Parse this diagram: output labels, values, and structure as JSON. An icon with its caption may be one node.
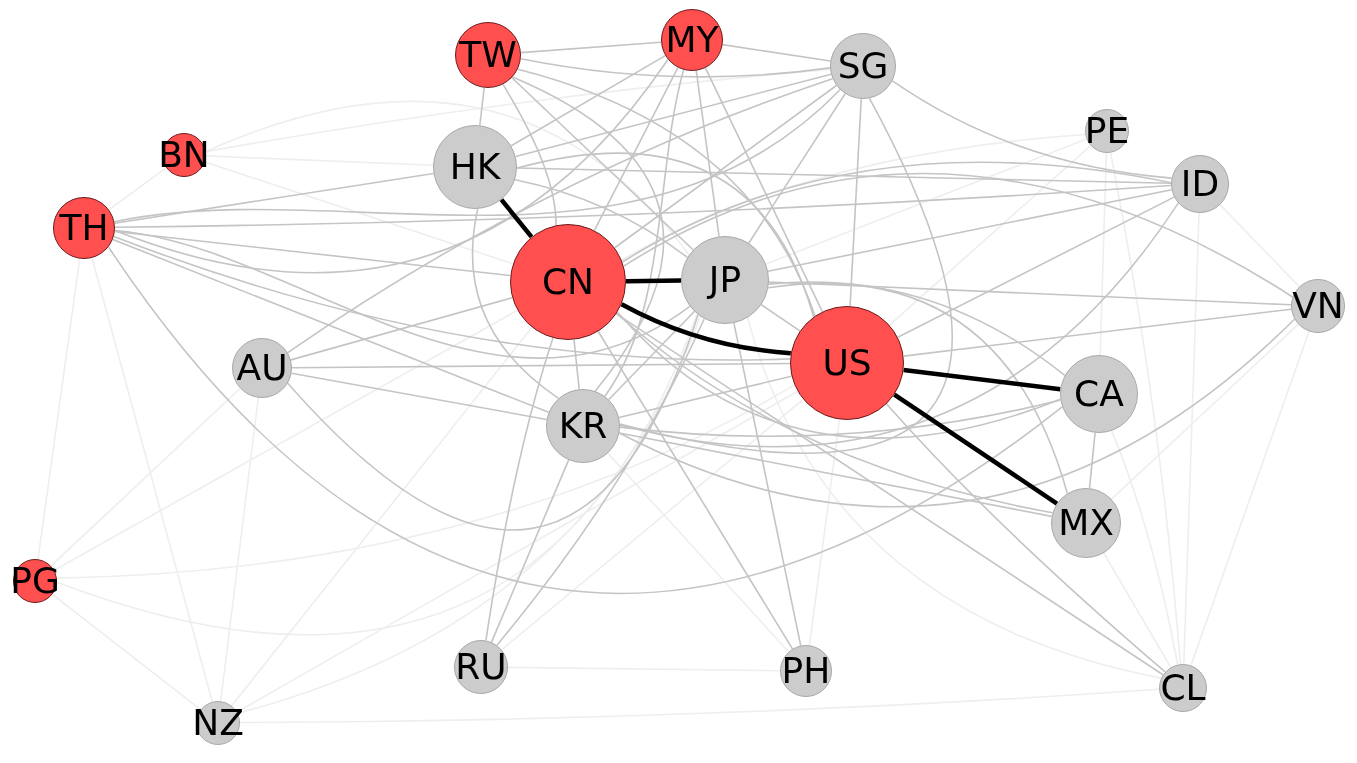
{
  "diagram": {
    "nodes": [
      {
        "text": [
          "TW"
        ]
      },
      {
        "text": [
          "MY"
        ]
      },
      {
        "text": [
          "SG"
        ]
      },
      {
        "text": [
          "PE"
        ]
      },
      {
        "text": [
          "BN"
        ]
      },
      {
        "text": [
          "HK"
        ]
      },
      {
        "text": [
          "ID"
        ]
      },
      {
        "text": [
          "TH"
        ]
      },
      {
        "text": [
          "CN"
        ]
      },
      {
        "text": [
          "JP"
        ]
      },
      {
        "text": [
          "VN"
        ]
      },
      {
        "text": [
          "AU"
        ]
      },
      {
        "text": [
          "US"
        ]
      },
      {
        "text": [
          "CA"
        ]
      },
      {
        "text": [
          "KR"
        ]
      },
      {
        "text": [
          "MX"
        ]
      },
      {
        "text": [
          "PG"
        ]
      },
      {
        "text": [
          "RU"
        ]
      },
      {
        "text": [
          "PH"
        ]
      },
      {
        "text": [
          "CL"
        ]
      },
      {
        "text": [
          "NZ"
        ]
      }
    ],
    "edges": [
      {
        "from": 5,
        "to": 8,
        "arrow": "none",
        "style": "thick",
        "color": "#000000"
      },
      {
        "from": 8,
        "to": 9,
        "arrow": "none",
        "style": "thick",
        "color": "#000000"
      },
      {
        "from": 8,
        "to": 12,
        "arrow": "none",
        "style": "thick",
        "color": "#000000"
      },
      {
        "from": 12,
        "to": 13,
        "arrow": "none",
        "style": "thick",
        "color": "#000000"
      },
      {
        "from": 12,
        "to": 15,
        "arrow": "none",
        "style": "thick",
        "color": "#000000"
      },
      {
        "from": 7,
        "to": 1,
        "arrow": "none"
      },
      {
        "from": 7,
        "to": 2,
        "arrow": "none"
      },
      {
        "from": 7,
        "to": 5,
        "arrow": "none"
      },
      {
        "from": 7,
        "to": 6,
        "arrow": "none"
      },
      {
        "from": 7,
        "to": 9,
        "arrow": "none"
      },
      {
        "from": 7,
        "to": 8,
        "arrow": "none"
      },
      {
        "from": 7,
        "to": 12,
        "arrow": "none"
      },
      {
        "from": 7,
        "to": 14,
        "arrow": "none"
      },
      {
        "from": 7,
        "to": 13,
        "arrow": "none"
      },
      {
        "from": 0,
        "to": 1,
        "arrow": "none"
      },
      {
        "from": 0,
        "to": 2,
        "arrow": "none"
      },
      {
        "from": 0,
        "to": 5,
        "arrow": "none"
      },
      {
        "from": 0,
        "to": 8,
        "arrow": "none"
      },
      {
        "from": 0,
        "to": 9,
        "arrow": "none"
      },
      {
        "from": 0,
        "to": 12,
        "arrow": "none"
      },
      {
        "from": 0,
        "to": 14,
        "arrow": "none"
      },
      {
        "from": 1,
        "to": 2,
        "arrow": "none"
      },
      {
        "from": 1,
        "to": 8,
        "arrow": "none"
      },
      {
        "from": 1,
        "to": 9,
        "arrow": "none"
      },
      {
        "from": 1,
        "to": 12,
        "arrow": "none"
      },
      {
        "from": 1,
        "to": 5,
        "arrow": "none"
      },
      {
        "from": 1,
        "to": 14,
        "arrow": "none"
      },
      {
        "from": 2,
        "to": 5,
        "arrow": "none"
      },
      {
        "from": 2,
        "to": 8,
        "arrow": "none"
      },
      {
        "from": 2,
        "to": 9,
        "arrow": "none"
      },
      {
        "from": 2,
        "to": 12,
        "arrow": "none"
      },
      {
        "from": 2,
        "to": 14,
        "arrow": "none"
      },
      {
        "from": 2,
        "to": 6,
        "arrow": "none"
      },
      {
        "from": 2,
        "to": 11,
        "arrow": "none"
      },
      {
        "from": 6,
        "to": 8,
        "arrow": "none"
      },
      {
        "from": 6,
        "to": 9,
        "arrow": "none"
      },
      {
        "from": 6,
        "to": 12,
        "arrow": "none"
      },
      {
        "from": 6,
        "to": 5,
        "arrow": "none"
      },
      {
        "from": 6,
        "to": 14,
        "arrow": "none"
      },
      {
        "from": 10,
        "to": 9,
        "arrow": "none"
      },
      {
        "from": 10,
        "to": 8,
        "arrow": "none"
      },
      {
        "from": 10,
        "to": 12,
        "arrow": "none"
      },
      {
        "from": 10,
        "to": 14,
        "arrow": "none"
      },
      {
        "from": 5,
        "to": 9,
        "arrow": "none"
      },
      {
        "from": 5,
        "to": 12,
        "arrow": "none"
      },
      {
        "from": 5,
        "to": 14,
        "arrow": "none"
      },
      {
        "from": 11,
        "to": 8,
        "arrow": "none"
      },
      {
        "from": 11,
        "to": 9,
        "arrow": "none"
      },
      {
        "from": 11,
        "to": 12,
        "arrow": "none"
      },
      {
        "from": 11,
        "to": 14,
        "arrow": "none"
      },
      {
        "from": 8,
        "to": 14,
        "arrow": "none"
      },
      {
        "from": 8,
        "to": 17,
        "arrow": "none"
      },
      {
        "from": 8,
        "to": 18,
        "arrow": "none"
      },
      {
        "from": 8,
        "to": 13,
        "arrow": "none"
      },
      {
        "from": 8,
        "to": 15,
        "arrow": "none"
      },
      {
        "from": 8,
        "to": 19,
        "arrow": "none"
      },
      {
        "from": 9,
        "to": 14,
        "arrow": "none"
      },
      {
        "from": 9,
        "to": 12,
        "arrow": "none"
      },
      {
        "from": 9,
        "to": 18,
        "arrow": "none"
      },
      {
        "from": 9,
        "to": 17,
        "arrow": "none"
      },
      {
        "from": 9,
        "to": 13,
        "arrow": "none"
      },
      {
        "from": 9,
        "to": 15,
        "arrow": "none"
      },
      {
        "from": 12,
        "to": 14,
        "arrow": "none"
      },
      {
        "from": 12,
        "to": 19,
        "arrow": "none"
      },
      {
        "from": 14,
        "to": 17,
        "arrow": "none"
      },
      {
        "from": 14,
        "to": 13,
        "arrow": "none"
      },
      {
        "from": 14,
        "to": 15,
        "arrow": "none"
      },
      {
        "from": 13,
        "to": 15,
        "arrow": "none"
      },
      {
        "from": 16,
        "to": 11,
        "arrow": "none",
        "color": "#eeeeee"
      },
      {
        "from": 16,
        "to": 8,
        "arrow": "none",
        "color": "#eeeeee"
      },
      {
        "from": 16,
        "to": 9,
        "arrow": "none",
        "color": "#eeeeee"
      },
      {
        "from": 16,
        "to": 12,
        "arrow": "none",
        "color": "#eeeeee"
      },
      {
        "from": 16,
        "to": 20,
        "arrow": "none",
        "color": "#eeeeee"
      },
      {
        "from": 16,
        "to": 7,
        "arrow": "none",
        "color": "#eeeeee"
      },
      {
        "from": 20,
        "to": 11,
        "arrow": "none",
        "color": "#eeeeee"
      },
      {
        "from": 20,
        "to": 8,
        "arrow": "none",
        "color": "#eeeeee"
      },
      {
        "from": 20,
        "to": 12,
        "arrow": "none",
        "color": "#eeeeee"
      },
      {
        "from": 20,
        "to": 9,
        "arrow": "none",
        "color": "#eeeeee"
      },
      {
        "from": 20,
        "to": 7,
        "arrow": "none",
        "color": "#eeeeee"
      },
      {
        "from": 20,
        "to": 19,
        "arrow": "none",
        "color": "#eeeeee"
      },
      {
        "from": 4,
        "to": 7,
        "arrow": "none",
        "color": "#eeeeee"
      },
      {
        "from": 4,
        "to": 8,
        "arrow": "none",
        "color": "#eeeeee"
      },
      {
        "from": 4,
        "to": 9,
        "arrow": "none",
        "color": "#eeeeee"
      },
      {
        "from": 4,
        "to": 2,
        "arrow": "none",
        "color": "#eeeeee"
      },
      {
        "from": 4,
        "to": 5,
        "arrow": "none",
        "color": "#eeeeee"
      },
      {
        "from": 3,
        "to": 8,
        "arrow": "none",
        "color": "#eeeeee"
      },
      {
        "from": 3,
        "to": 12,
        "arrow": "none",
        "color": "#eeeeee"
      },
      {
        "from": 3,
        "to": 9,
        "arrow": "none",
        "color": "#eeeeee"
      },
      {
        "from": 3,
        "to": 19,
        "arrow": "none",
        "color": "#eeeeee"
      },
      {
        "from": 3,
        "to": 13,
        "arrow": "none",
        "color": "#eeeeee"
      },
      {
        "from": 19,
        "to": 13,
        "arrow": "none",
        "color": "#eeeeee"
      },
      {
        "from": 19,
        "to": 15,
        "arrow": "none",
        "color": "#eeeeee"
      },
      {
        "from": 19,
        "to": 6,
        "arrow": "none",
        "color": "#eeeeee"
      },
      {
        "from": 19,
        "to": 10,
        "arrow": "none",
        "color": "#eeeeee"
      },
      {
        "from": 19,
        "to": 9,
        "arrow": "none",
        "color": "#eeeeee"
      },
      {
        "from": 10,
        "to": 6,
        "arrow": "none",
        "color": "#eeeeee"
      },
      {
        "from": 10,
        "to": 15,
        "arrow": "none",
        "color": "#eeeeee"
      },
      {
        "from": 18,
        "to": 12,
        "arrow": "none",
        "color": "#eeeeee"
      },
      {
        "from": 18,
        "to": 14,
        "arrow": "none",
        "color": "#eeeeee"
      },
      {
        "from": 17,
        "to": 12,
        "arrow": "none",
        "color": "#eeeeee"
      },
      {
        "from": 17,
        "to": 18,
        "arrow": "none",
        "color": "#eeeeee"
      }
    ]
  }
}
